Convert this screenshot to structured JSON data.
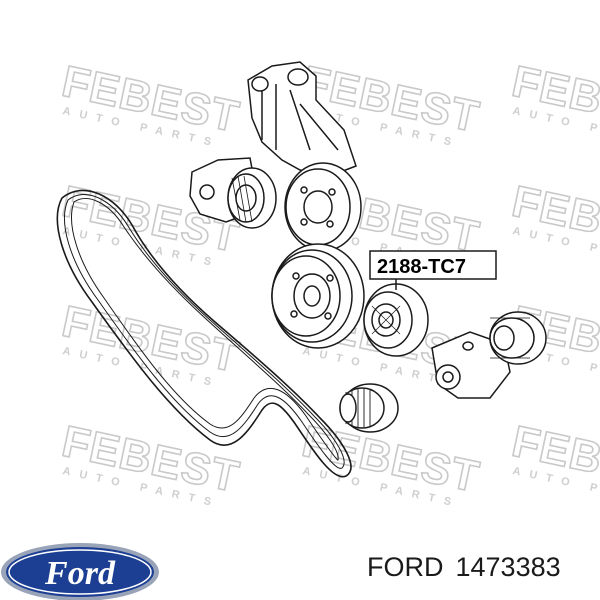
{
  "watermark": {
    "brand": "FEBEST",
    "tagline": "AUTO PARTS"
  },
  "diagram": {
    "callout_label": "2188-TC7",
    "components": [
      "serpentine-belt",
      "alternator-bracket",
      "tensioner-pulley",
      "crankshaft-pulley",
      "idler-pulley",
      "tensioner-assembly",
      "alternator-pulley"
    ]
  },
  "logo": {
    "brand_script": "Ford",
    "colors": {
      "oval": "#1c3f94",
      "rim": "#9aa4b8",
      "script": "#ffffff"
    }
  },
  "footer": {
    "brand": "FORD",
    "part_number": "1473383"
  }
}
